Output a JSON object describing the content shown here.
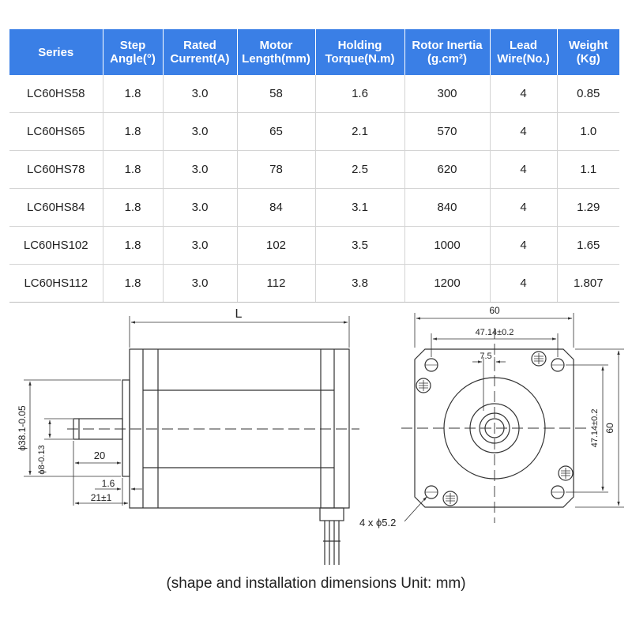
{
  "table": {
    "headers": [
      [
        "Series"
      ],
      [
        "Step",
        "Angle(°)"
      ],
      [
        "Rated",
        "Current(A)"
      ],
      [
        "Motor",
        "Length(mm)"
      ],
      [
        "Holding",
        "Torque(N.m)"
      ],
      [
        "Rotor Inertia",
        "(g.cm²)"
      ],
      [
        "Lead",
        "Wire(No.)"
      ],
      [
        "Weight",
        "(Kg)"
      ]
    ],
    "rows": [
      [
        "LC60HS58",
        "1.8",
        "3.0",
        "58",
        "1.6",
        "300",
        "4",
        "0.85"
      ],
      [
        "LC60HS65",
        "1.8",
        "3.0",
        "65",
        "2.1",
        "570",
        "4",
        "1.0"
      ],
      [
        "LC60HS78",
        "1.8",
        "3.0",
        "78",
        "2.5",
        "620",
        "4",
        "1.1"
      ],
      [
        "LC60HS84",
        "1.8",
        "3.0",
        "84",
        "3.1",
        "840",
        "4",
        "1.29"
      ],
      [
        "LC60HS102",
        "1.8",
        "3.0",
        "102",
        "3.5",
        "1000",
        "4",
        "1.65"
      ],
      [
        "LC60HS112",
        "1.8",
        "3.0",
        "112",
        "3.8",
        "1200",
        "4",
        "1.807"
      ]
    ]
  },
  "side_view": {
    "length_label": "L",
    "flange_dia_label": "ϕ38.1-0.05",
    "shaft_dia_label": "ϕ8-0.13",
    "shaft_length_label": "20",
    "boss_thickness_label": "1.6",
    "shaft_total_label": "21±1"
  },
  "front_view": {
    "width_label": "60",
    "hole_spacing_label": "47.14±0.2",
    "flat_label": "7.5",
    "hole_spacing_vertical_label": "47.14±0.2",
    "height_label": "60",
    "holes_label": "4 x ϕ5.2"
  },
  "caption": "(shape and installation dimensions Unit: mm)",
  "colors": {
    "header_bg": "#3a7fe6",
    "header_text": "#ffffff",
    "grid": "#d4d4d4",
    "line": "#333333"
  }
}
